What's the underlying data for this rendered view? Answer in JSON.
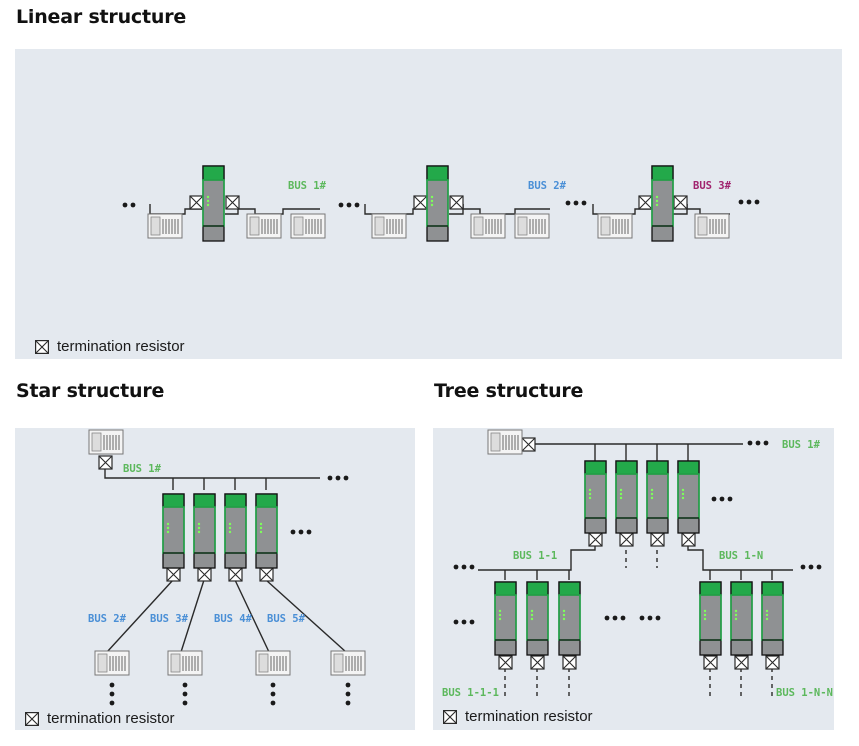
{
  "colors": {
    "bus_green": "#5cb85c",
    "bus_blue": "#4a8fd6",
    "bus_magenta": "#a0236e",
    "module_green": "#23a94a",
    "module_gray": "#8f9193",
    "panel_bg": "#e4e9ef",
    "line": "#2a2a2a"
  },
  "icons": {
    "resistor": "termination-resistor-icon",
    "device": "plc-device-icon",
    "module": "bus-module-icon"
  },
  "linear": {
    "title": "Linear structure",
    "legend": "termination resistor",
    "buses": [
      {
        "label": "BUS 1#",
        "color": "#5cb85c"
      },
      {
        "label": "BUS 2#",
        "color": "#4a8fd6"
      },
      {
        "label": "BUS 3#",
        "color": "#a0236e"
      }
    ]
  },
  "star": {
    "title": "Star structure",
    "legend": "termination resistor",
    "main_bus": {
      "label": "BUS 1#",
      "color": "#5cb85c"
    },
    "branch_buses": [
      {
        "label": "BUS 2#",
        "color": "#4a8fd6"
      },
      {
        "label": "BUS 3#",
        "color": "#4a8fd6"
      },
      {
        "label": "BUS 4#",
        "color": "#4a8fd6"
      },
      {
        "label": "BUS 5#",
        "color": "#4a8fd6"
      }
    ]
  },
  "tree": {
    "title": "Tree structure",
    "legend": "termination resistor",
    "buses": [
      {
        "label": "BUS 1#",
        "color": "#5cb85c"
      },
      {
        "label": "BUS 1-1",
        "color": "#5cb85c"
      },
      {
        "label": "BUS 1-N",
        "color": "#5cb85c"
      },
      {
        "label": "BUS 1-1-1",
        "color": "#5cb85c"
      },
      {
        "label": "BUS 1-N-N",
        "color": "#5cb85c"
      }
    ]
  }
}
